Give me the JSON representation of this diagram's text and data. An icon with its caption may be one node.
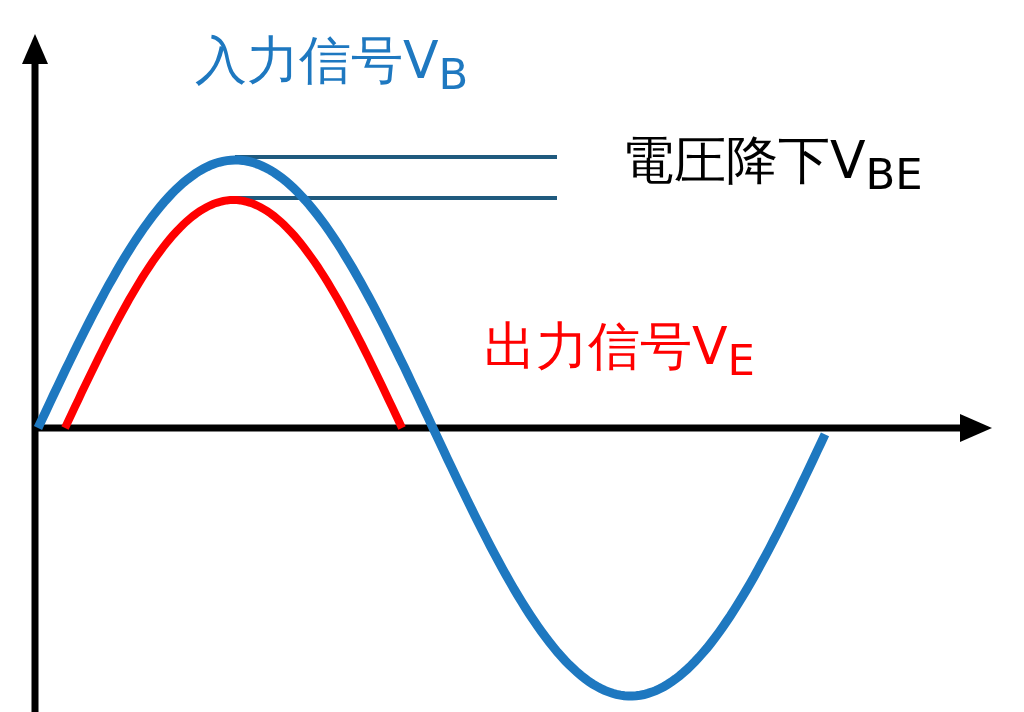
{
  "diagram": {
    "labels": [
      "入力信号V$_{B}$",
      "電圧降下V$_{BE}$",
      "出力信号V$_{E}$"
    ]
  }
}
